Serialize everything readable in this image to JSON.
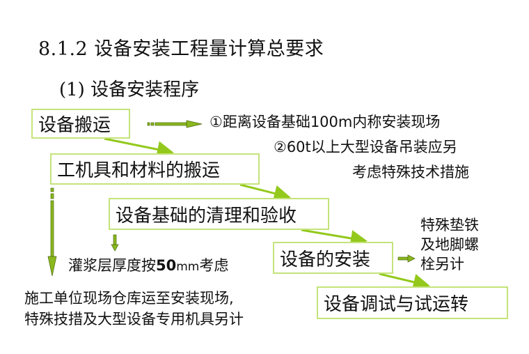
{
  "header": {
    "title": "8.1.2 设备安装工程量计算总要求",
    "subtitle": "(1) 设备安装程序"
  },
  "flow": {
    "steps": [
      {
        "label": "设备搬运"
      },
      {
        "label": "工机具和材料的搬运"
      },
      {
        "label": "设备基础的清理和验收"
      },
      {
        "label": "设备的安装"
      },
      {
        "label": "设备调试与试运转"
      }
    ]
  },
  "notes": {
    "transport_note_1": "①距离设备基础100m内称安装现场",
    "transport_note_2": "②60t以上大型设备吊装应另",
    "transport_note_3": "考虑特殊技术措施",
    "grout_prefix": "灌浆层厚度按",
    "grout_value": "50",
    "grout_unit": "mm",
    "grout_suffix": "考虑",
    "warehouse_line_1": "施工单位现场仓库运至安装现场,",
    "warehouse_line_2": "特殊技措及大型设备专用机具另计",
    "install_line_1": "特殊垫铁",
    "install_line_2": "及地脚螺",
    "install_line_3": "栓另计"
  },
  "colors": {
    "box_border": "#c4e37a",
    "arrow_fill": "#8ab81e",
    "arrow_stroke": "#4a6a0a",
    "connector": "#93c91c"
  }
}
